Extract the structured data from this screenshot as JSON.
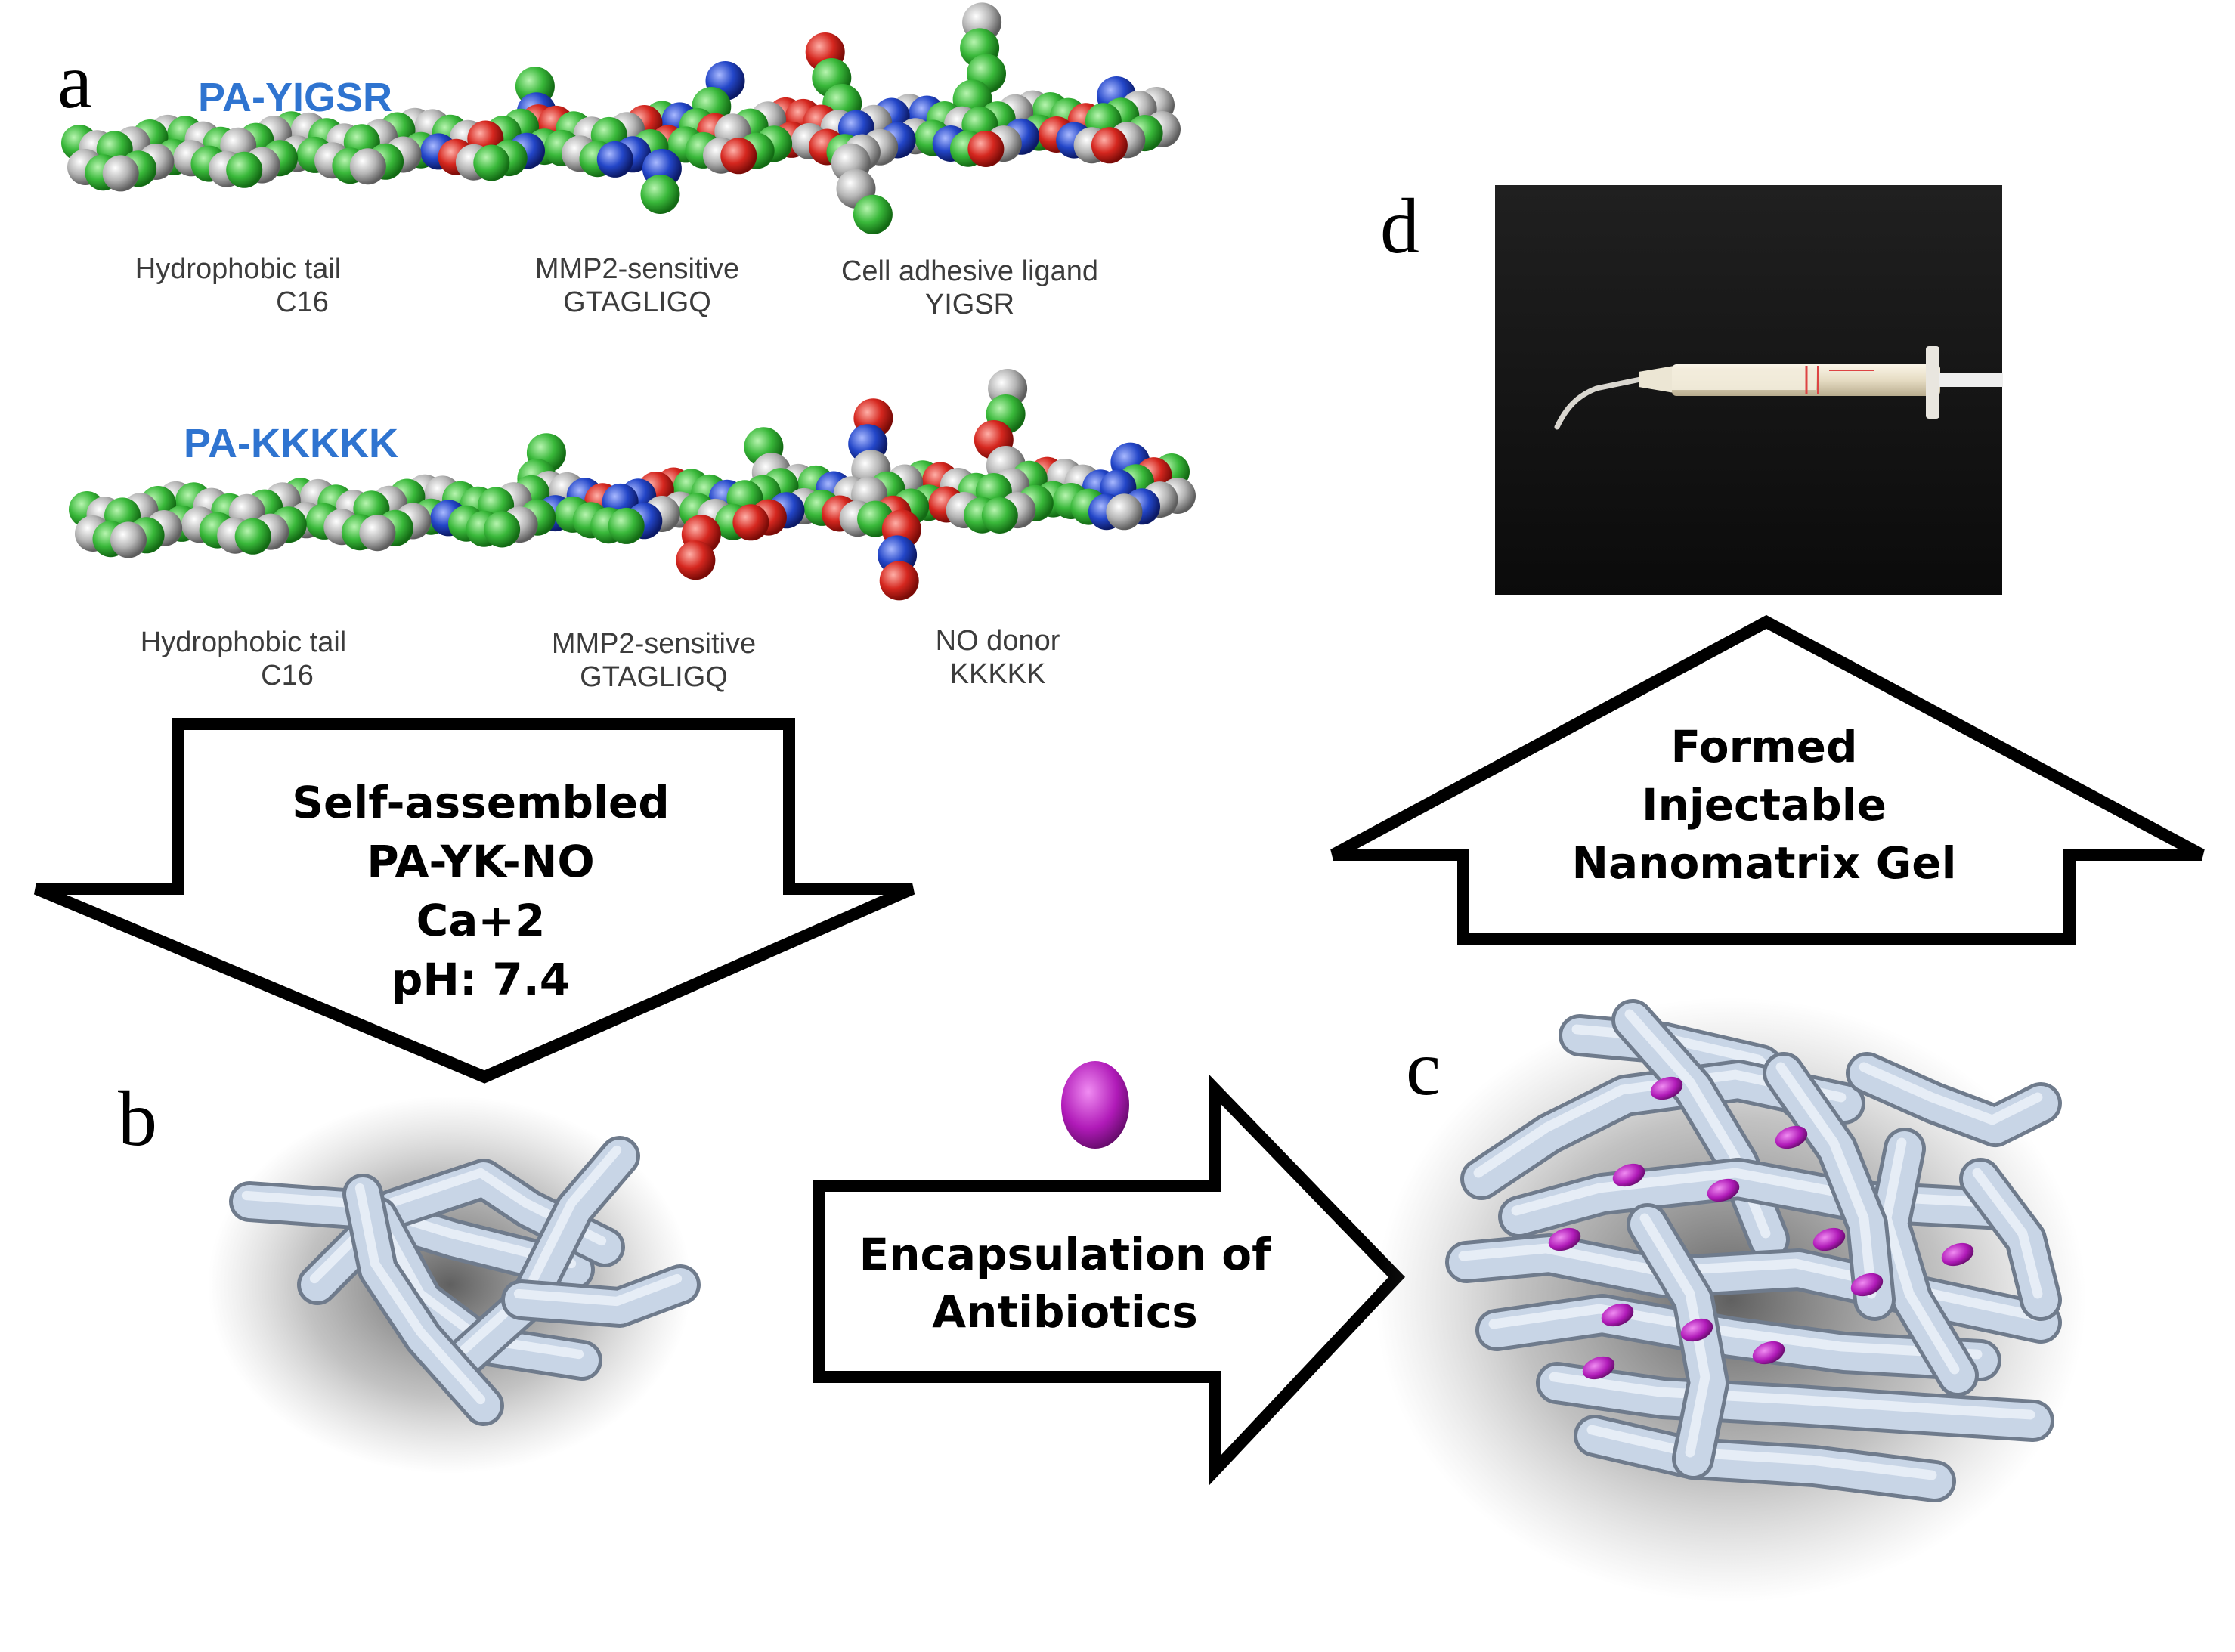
{
  "panels": {
    "a": "a",
    "b": "b",
    "c": "c",
    "d": "d"
  },
  "molecule1": {
    "title": "PA-YIGSR",
    "labels": [
      {
        "line1": "Hydrophobic tail",
        "line2": "C16"
      },
      {
        "line1": "MMP2-sensitive",
        "line2": "GTAGLIGQ"
      },
      {
        "line1": "Cell adhesive ligand",
        "line2": "YIGSR"
      }
    ]
  },
  "molecule2": {
    "title": "PA-KKKKK",
    "labels": [
      {
        "line1": "Hydrophobic tail",
        "line2": "C16"
      },
      {
        "line1": "MMP2-sensitive",
        "line2": "GTAGLIGQ"
      },
      {
        "line1": "NO donor",
        "line2": "KKKKK"
      }
    ]
  },
  "arrow_down": {
    "lines": [
      "Self-assembled",
      "PA-YK-NO",
      "Ca+2",
      "pH: 7.4"
    ]
  },
  "arrow_right": {
    "lines": [
      "Encapsulation of",
      "Antibiotics"
    ]
  },
  "arrow_up": {
    "lines": [
      "Formed",
      "Injectable",
      "Nanomatrix Gel"
    ]
  },
  "colors": {
    "carbon": "#3fbf3f",
    "hydrogen": "#b9b9b9",
    "oxygen": "#d92b2b",
    "nitrogen": "#2346c8",
    "fiber": "#c9d6e6",
    "fiber_edge": "#8a97a8",
    "antibiotic": "#b01ab8",
    "photo_bg": "#111111"
  }
}
